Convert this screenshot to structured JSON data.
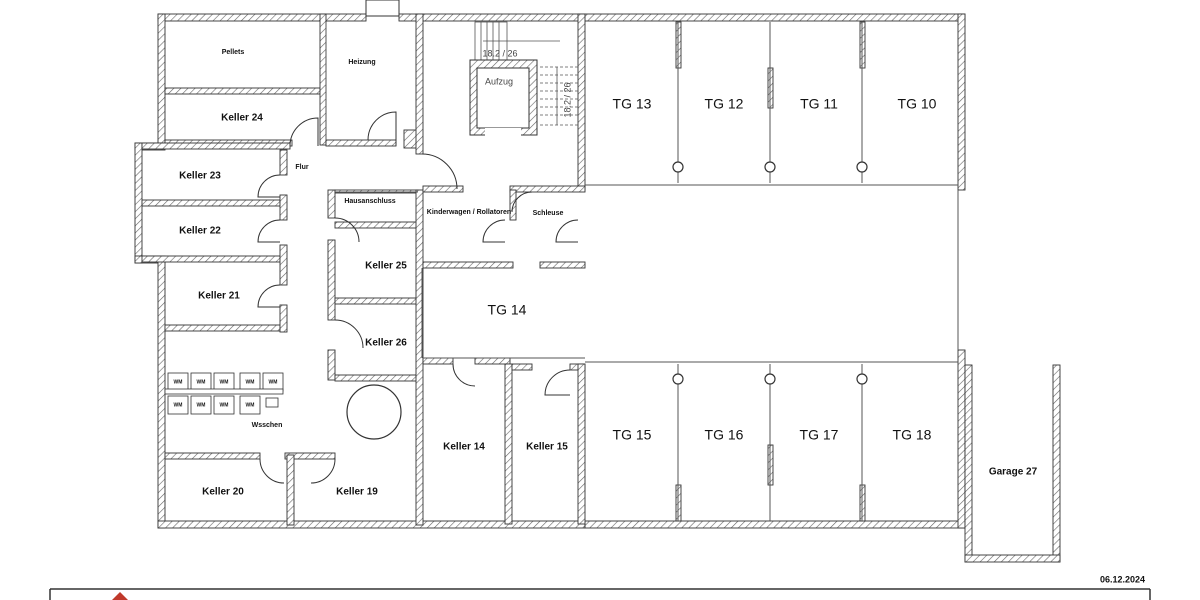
{
  "plan": {
    "rooms": {
      "pellets": "Pellets",
      "heizung": "Heizung",
      "keller24": "Keller 24",
      "flur": "Flur",
      "keller23": "Keller 23",
      "keller22": "Keller 22",
      "keller21": "Keller 21",
      "hausanschluss": "Hausanschluss",
      "kinderwagen": "Kinderwagen / Rollatoren",
      "schleuse": "Schleuse",
      "keller25": "Keller 25",
      "keller26": "Keller 26",
      "aufzug": "Aufzug",
      "tg14": "TG 14",
      "tg13": "TG 13",
      "tg12": "TG 12",
      "tg11": "TG 11",
      "tg10": "TG 10",
      "tg15": "TG 15",
      "tg16": "TG 16",
      "tg17": "TG 17",
      "tg18": "TG 18",
      "keller14": "Keller 14",
      "keller15": "Keller 15",
      "waschen": "Wsschen",
      "keller20": "Keller 20",
      "keller19": "Keller 19",
      "garage27": "Garage 27"
    },
    "stair_label": "18.2 / 26",
    "washer_label": "WM",
    "date": "06.12.2024",
    "colors": {
      "wall": "#333333",
      "logo": "#c0392b"
    }
  }
}
